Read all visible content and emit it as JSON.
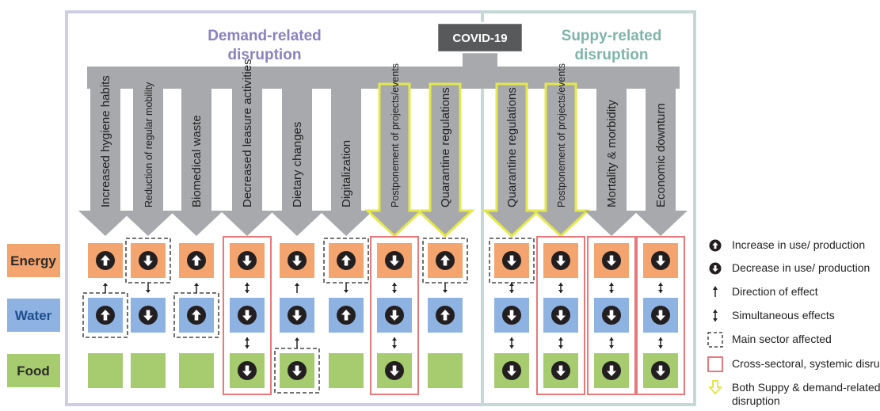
{
  "covid_label": "COVID-19",
  "demand_title": [
    "Demand-related",
    "disruption"
  ],
  "supply_title": [
    "Suppy-related",
    "disruption"
  ],
  "rows": [
    "Energy",
    "Water",
    "Food"
  ],
  "colors": {
    "energy": "#f4a46e",
    "water": "#8eb3e3",
    "food": "#a7cb6f",
    "demand_frame": "#cfcde6",
    "supply_frame": "#c4d9d5",
    "demand_title": "#8a81c0",
    "supply_title": "#7fb4a9",
    "gray_arrow": "#a7a9ac",
    "covid_box": "#58595b",
    "systemic": "#e8787c",
    "both": "#e4e84a",
    "icon": "#231f20"
  },
  "columns": [
    {
      "label": "Increased hygiene habits",
      "group": "demand",
      "both": false,
      "systemic": false,
      "energy": "up",
      "water": "up",
      "food": "none",
      "main": "water",
      "link1": "up",
      "link2": "none"
    },
    {
      "label": "Reduction of regular mobility",
      "group": "demand",
      "both": false,
      "systemic": false,
      "energy": "down",
      "water": "down",
      "food": "none",
      "main": "energy",
      "link1": "down",
      "link2": "none"
    },
    {
      "label": "Biomedical waste",
      "group": "demand",
      "both": false,
      "systemic": false,
      "energy": "up",
      "water": "up",
      "food": "none",
      "main": "water",
      "link1": "up",
      "link2": "none"
    },
    {
      "label": "Decreased leasure activities",
      "group": "demand",
      "both": false,
      "systemic": true,
      "energy": "down",
      "water": "down",
      "food": "down",
      "main": "none",
      "link1": "both",
      "link2": "both"
    },
    {
      "label": "Dietary changes",
      "group": "demand",
      "both": false,
      "systemic": false,
      "energy": "down",
      "water": "down",
      "food": "down",
      "main": "food",
      "link1": "up",
      "link2": "up"
    },
    {
      "label": "Digitalization",
      "group": "demand",
      "both": false,
      "systemic": false,
      "energy": "up",
      "water": "up",
      "food": "none",
      "main": "energy",
      "link1": "down",
      "link2": "none"
    },
    {
      "label": "Postponement of projects/events",
      "group": "demand",
      "both": true,
      "systemic": true,
      "energy": "down",
      "water": "down",
      "food": "down",
      "main": "none",
      "link1": "both",
      "link2": "both"
    },
    {
      "label": "Quarantine regulations",
      "group": "demand",
      "both": true,
      "systemic": false,
      "energy": "up",
      "water": "up",
      "food": "none",
      "main": "energy",
      "link1": "down",
      "link2": "none"
    },
    {
      "label": "Quarantine regulations",
      "group": "supply",
      "both": true,
      "systemic": false,
      "energy": "down",
      "water": "down",
      "food": "down",
      "main": "energy",
      "link1": "both",
      "link2": "both"
    },
    {
      "label": "Postponement of projects/events",
      "group": "supply",
      "both": true,
      "systemic": true,
      "energy": "down",
      "water": "down",
      "food": "down",
      "main": "none",
      "link1": "both",
      "link2": "both"
    },
    {
      "label": "Mortality & morbidity",
      "group": "supply",
      "both": false,
      "systemic": true,
      "energy": "down",
      "water": "down",
      "food": "down",
      "main": "none",
      "link1": "both",
      "link2": "both"
    },
    {
      "label": "Economic downturn",
      "group": "supply",
      "both": false,
      "systemic": true,
      "energy": "down",
      "water": "down",
      "food": "down",
      "main": "none",
      "link1": "both",
      "link2": "both"
    }
  ],
  "legend": [
    {
      "key": "increase",
      "label": "Increase in use/ production"
    },
    {
      "key": "decrease",
      "label": "Decrease in use/ production"
    },
    {
      "key": "direction",
      "label": "Direction of effect"
    },
    {
      "key": "simultaneous",
      "label": "Simultaneous effects"
    },
    {
      "key": "main",
      "label": "Main sector affected"
    },
    {
      "key": "systemic",
      "label": "Cross-sectoral, systemic disruption"
    },
    {
      "key": "both",
      "label": "Both Suppy & demand-related",
      "label2": "disruption"
    }
  ]
}
